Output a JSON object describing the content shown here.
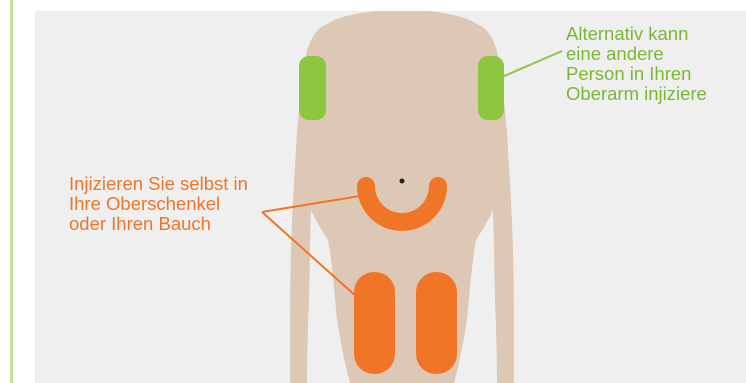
{
  "colors": {
    "panel_background": "#efefef",
    "accent_bar": "#c9dfa0",
    "body_silhouette": "#ddc8b5",
    "arm_injection_site": "#8dc63f",
    "self_injection_site": "#f07526",
    "arm_text": "#7ab833",
    "self_text": "#f07526"
  },
  "arm_note": {
    "lines": [
      "Alternativ kann",
      "eine andere",
      "Person in Ihren",
      "Oberarm injiziere"
    ]
  },
  "self_note": {
    "lines": [
      "Injizieren Sie selbst in",
      "Ihre Oberschenkel",
      "oder Ihren Bauch"
    ]
  }
}
